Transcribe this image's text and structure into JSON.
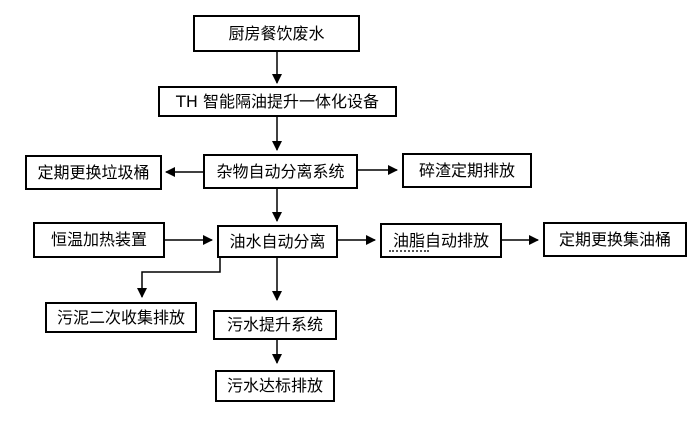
{
  "diagram": {
    "type": "flowchart",
    "colors": {
      "background": "#ffffff",
      "box_border": "#000000",
      "line": "#000000",
      "text": "#000000"
    },
    "nodes": {
      "kitchen_wastewater": {
        "label": "厨房餐饮废水"
      },
      "th_device": {
        "label": "TH 智能隔油提升一体化设备"
      },
      "debris_separation": {
        "label": "杂物自动分离系统"
      },
      "trash_replacement": {
        "label": "定期更换垃圾桶"
      },
      "residue_discharge": {
        "label": "碎渣定期排放"
      },
      "heating_device": {
        "label": "恒温加热装置"
      },
      "oil_water_separation": {
        "label": "油水自动分离"
      },
      "grease_discharge": {
        "label": "油脂自动排放"
      },
      "oil_barrel_replacement": {
        "label": "定期更换集油桶"
      },
      "sludge_discharge": {
        "label": "污泥二次收集排放"
      },
      "sewage_lifting": {
        "label": "污水提升系统"
      },
      "sewage_discharge": {
        "label": "污水达标排放"
      }
    },
    "edges": [
      {
        "from": "kitchen_wastewater",
        "to": "th_device"
      },
      {
        "from": "th_device",
        "to": "debris_separation"
      },
      {
        "from": "debris_separation",
        "to": "trash_replacement"
      },
      {
        "from": "debris_separation",
        "to": "residue_discharge"
      },
      {
        "from": "debris_separation",
        "to": "oil_water_separation"
      },
      {
        "from": "heating_device",
        "to": "oil_water_separation"
      },
      {
        "from": "oil_water_separation",
        "to": "grease_discharge"
      },
      {
        "from": "grease_discharge",
        "to": "oil_barrel_replacement"
      },
      {
        "from": "oil_water_separation",
        "to": "sludge_discharge"
      },
      {
        "from": "oil_water_separation",
        "to": "sewage_lifting"
      },
      {
        "from": "sewage_lifting",
        "to": "sewage_discharge"
      }
    ]
  }
}
